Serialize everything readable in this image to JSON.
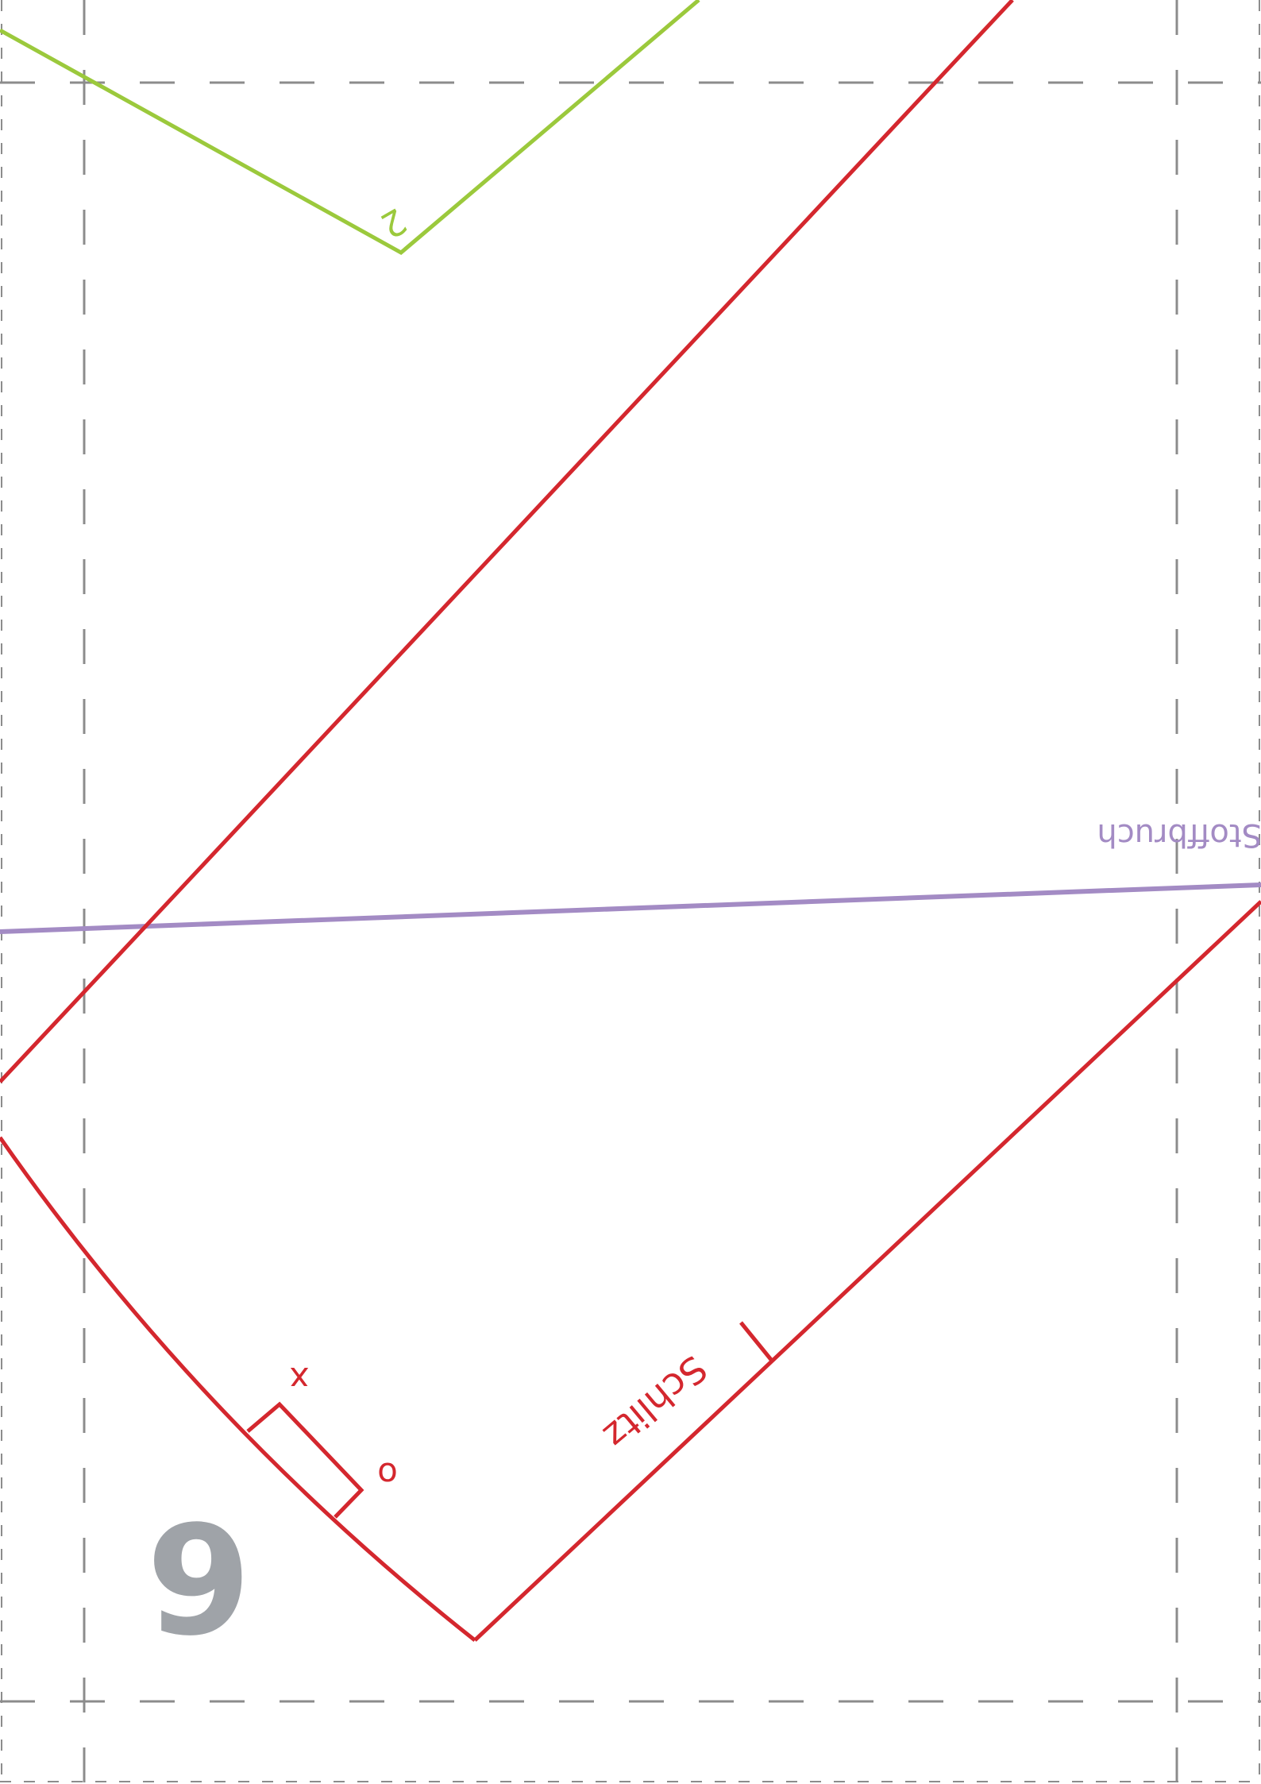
{
  "page": {
    "number": "6"
  },
  "labels": {
    "green_piece": "2",
    "fold_line": "Stoffbruch",
    "slit": "Schlitz",
    "notch_x": "x",
    "notch_o": "o"
  },
  "colors": {
    "cut_line": "#d4272e",
    "second_piece": "#9bc93c",
    "fold_line": "#a38bc4",
    "guides": "#8c8c8c",
    "page_number": "#9fa3a8"
  }
}
